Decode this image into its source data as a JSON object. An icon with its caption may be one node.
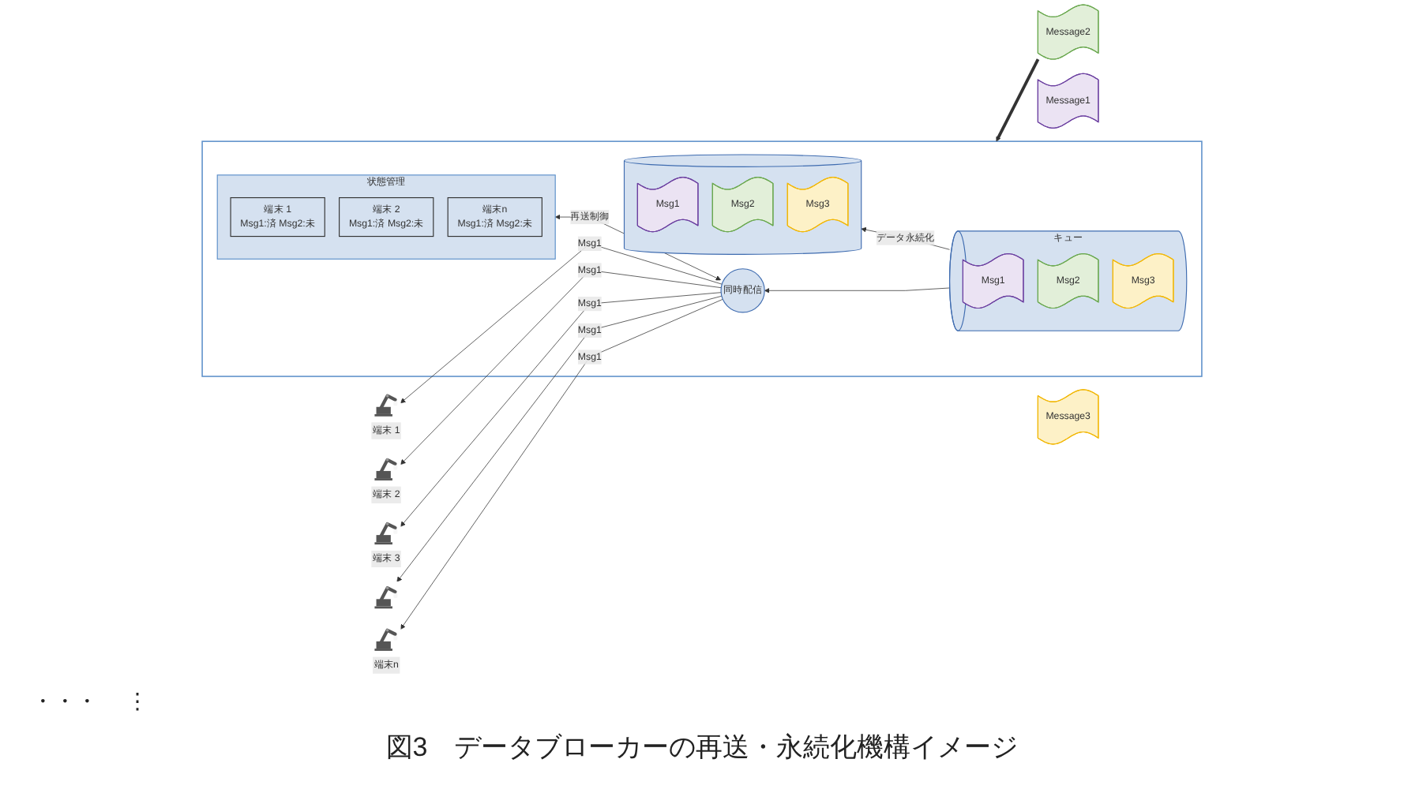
{
  "diagram": {
    "caption": "図3　データブローカーの再送・永続化機構イメージ",
    "nodes": [
      {
        "text": [
          "端末 1"
        ]
      },
      {
        "text": [
          "端末 2"
        ]
      },
      {
        "text": [
          "端末 3"
        ]
      },
      {
        "text": [],
        "shape": "picture"
      },
      {
        "text": [
          "端末n"
        ]
      },
      {
        "text": [],
        "shape": "box"
      },
      {
        "text": [
          "同時配信"
        ],
        "in": 5
      },
      {
        "text": [
          "キュー"
        ],
        "in": 5
      },
      {
        "text": [
          "Msg1"
        ],
        "in": 7
      },
      {
        "text": [
          "Msg2"
        ],
        "in": 7
      },
      {
        "text": [
          "Msg3"
        ],
        "in": 7
      },
      {
        "text": [
          "状態管理"
        ],
        "in": 5
      },
      {
        "text": [
          "端末 1",
          "Msg1:済 Msg2:未"
        ],
        "in": 11
      },
      {
        "text": [
          "端末 2",
          "Msg1:済 Msg2:未"
        ],
        "in": 11
      },
      {
        "text": [
          "端末n",
          "Msg1:済 Msg2:未"
        ],
        "in": 11
      },
      {
        "text": [],
        "shape": "cylinder",
        "in": 5
      },
      {
        "text": [
          "Msg1"
        ],
        "in": 15
      },
      {
        "text": [
          "Msg2"
        ],
        "in": 15
      },
      {
        "text": [
          "Msg3"
        ],
        "in": 15
      },
      {
        "text": [
          "Message1"
        ]
      },
      {
        "text": [
          "Message2"
        ]
      },
      {
        "text": [
          "Message3"
        ]
      }
    ],
    "edges": [
      {
        "from": 6,
        "to": 0,
        "arrow": "to",
        "label": "Msg1"
      },
      {
        "from": 6,
        "to": 1,
        "arrow": "to",
        "label": "Msg1"
      },
      {
        "from": 6,
        "to": 2,
        "arrow": "to",
        "label": "Msg1"
      },
      {
        "from": 6,
        "to": 3,
        "arrow": "to",
        "label": "Msg1"
      },
      {
        "from": 6,
        "to": 4,
        "arrow": "to",
        "label": "Msg1"
      },
      {
        "from": 7,
        "to": 6,
        "arrow": "to"
      },
      {
        "from": 6,
        "to": 11,
        "arrow": "both",
        "label": "再送制御"
      },
      {
        "from": 7,
        "to": 15,
        "arrow": "to",
        "label": "データ永続化"
      },
      {
        "from": 20,
        "to": 5,
        "arrow": "to",
        "style": "thick"
      }
    ],
    "labels": [
      "・・・",
      "⋮"
    ]
  }
}
